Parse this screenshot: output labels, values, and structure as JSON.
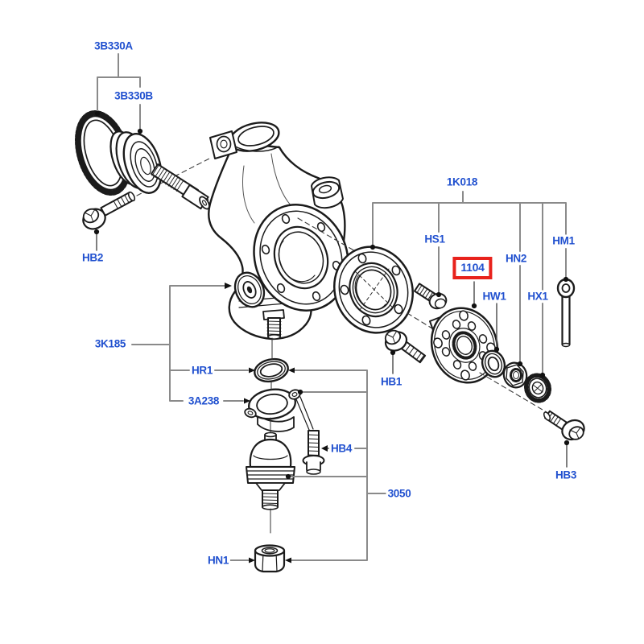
{
  "diagram": {
    "type": "exploded-parts-diagram",
    "description": "Front knuckle, wheel hub and ball joint assembly exploded view",
    "highlighted_part": "1104",
    "colors": {
      "label_blue": "#2050cf",
      "leader_gray": "#8a8a8a",
      "line_black": "#1b1b1b",
      "highlight_red": "#e8221c",
      "background": "#ffffff"
    },
    "labels": {
      "p3b330a": "3B330A",
      "p3b330b": "3B330B",
      "hb2": "HB2",
      "k3k185": "3K185",
      "hr1": "HR1",
      "p3a238": "3A238",
      "hb4": "HB4",
      "p3050": "3050",
      "hn1": "HN1",
      "k1k018": "1K018",
      "hs1": "HS1",
      "p1104": "1104",
      "hn2": "HN2",
      "hm1": "HM1",
      "hw1": "HW1",
      "hx1": "HX1",
      "hb1": "HB1",
      "hb3": "HB3"
    }
  }
}
